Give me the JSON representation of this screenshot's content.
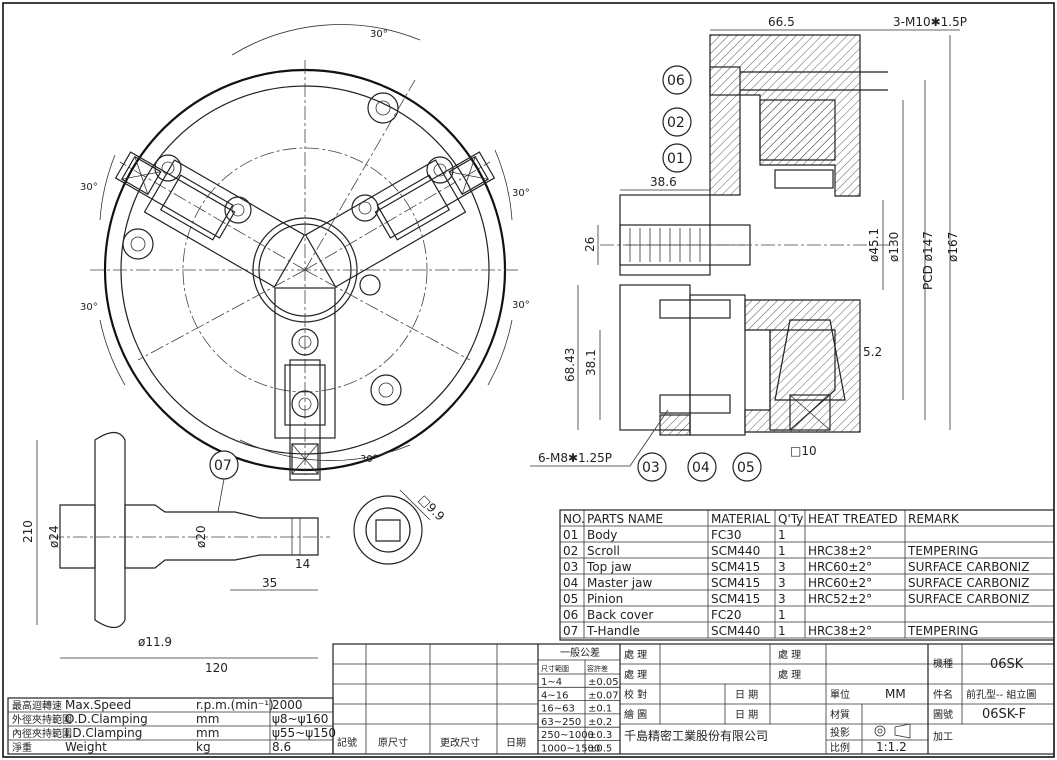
{
  "drawing": {
    "front_view": {
      "angle_top": "30°",
      "angle_left_top": "30°",
      "angle_right_top": "30°",
      "angle_left_bottom": "30°",
      "angle_right_bottom": "30°",
      "angle_bottom": "30°"
    },
    "section_view": {
      "dims": {
        "d66_5": "66.5",
        "screw": "3-M10✱1.5P",
        "d38_6": "38.6",
        "d26": "26",
        "d45_1": "ø45.1",
        "d130": "ø130",
        "pcd147": "PCD ø147",
        "d167": "ø167",
        "d5_2": "5.2",
        "d68_43": "68.43",
        "d38_1": "38.1",
        "screw2": "6-M8✱1.25P",
        "d10": "□10"
      },
      "balloons": [
        "06",
        "02",
        "01",
        "03",
        "04",
        "05"
      ]
    },
    "handle_view": {
      "balloon": "07",
      "d210": "210",
      "d24": "ø24",
      "d20": "ø20",
      "d14": "14",
      "d35": "35",
      "d11_9": "ø11.9",
      "d120": "120",
      "d9_9": "□9.9"
    }
  },
  "parts_table": {
    "headers": [
      "NO.",
      "PARTS NAME",
      "MATERIAL",
      "Q'Ty",
      "HEAT TREATED",
      "REMARK"
    ],
    "rows": [
      [
        "01",
        "Body",
        "FC30",
        "1",
        "",
        ""
      ],
      [
        "02",
        "Scroll",
        "SCM440",
        "1",
        "HRC38±2°",
        "TEMPERING"
      ],
      [
        "03",
        "Top jaw",
        "SCM415",
        "3",
        "HRC60±2°",
        "SURFACE CARBONIZ"
      ],
      [
        "04",
        "Master jaw",
        "SCM415",
        "3",
        "HRC60±2°",
        "SURFACE CARBONIZ"
      ],
      [
        "05",
        "Pinion",
        "SCM415",
        "3",
        "HRC52±2°",
        "SURFACE CARBONIZ"
      ],
      [
        "06",
        "Back cover",
        "FC20",
        "1",
        "",
        ""
      ],
      [
        "07",
        "T-Handle",
        "SCM440",
        "1",
        "HRC38±2°",
        "TEMPERING"
      ]
    ]
  },
  "spec_table": {
    "rows": [
      {
        "label_cn": "最高迴轉速",
        "label_en": "Max.Speed",
        "unit": "r.p.m.(min⁻¹)",
        "value": "2000"
      },
      {
        "label_cn": "外徑夾持範圍",
        "label_en": "O.D.Clamping",
        "unit": "mm",
        "value": "ψ8~ψ160"
      },
      {
        "label_cn": "內徑夾持範圍",
        "label_en": "I.D.Clamping",
        "unit": "mm",
        "value": "ψ55~ψ150"
      },
      {
        "label_cn": "淨重",
        "label_en": "Weight",
        "unit": "kg",
        "value": "8.6"
      }
    ]
  },
  "revision_table": {
    "headers": [
      "記號",
      "原尺寸",
      "更改尺寸",
      "日期"
    ]
  },
  "tolerance_table": {
    "title": "一般公差",
    "col1": "尺寸範圍",
    "col2": "容許差",
    "rows": [
      [
        "1~4",
        "±0.05"
      ],
      [
        "4~16",
        "±0.07"
      ],
      [
        "16~63",
        "±0.1"
      ],
      [
        "63~250",
        "±0.2"
      ],
      [
        "250~1000",
        "±0.3"
      ],
      [
        "1000~1500",
        "±0.5"
      ]
    ]
  },
  "title_block": {
    "r1_a": "處 理",
    "r1_b": "處 理",
    "r2_a": "處 理",
    "r2_b": "處 理",
    "check": "校 對",
    "draw": "繪 圖",
    "date1": "日 期",
    "date2": "日 期",
    "unit_label": "單位",
    "unit_value": "MM",
    "material_label": "材質",
    "projection_label": "投影",
    "scale_label": "比例",
    "scale_value": "1:1.2",
    "model_label": "機種",
    "model_value": "06SK",
    "part_label": "件名",
    "part_value": "前孔型-- 組立圖",
    "dwg_label": "圖號",
    "dwg_value": "06SK-F",
    "process_label": "加工",
    "company": "千島精密工業股份有限公司"
  }
}
